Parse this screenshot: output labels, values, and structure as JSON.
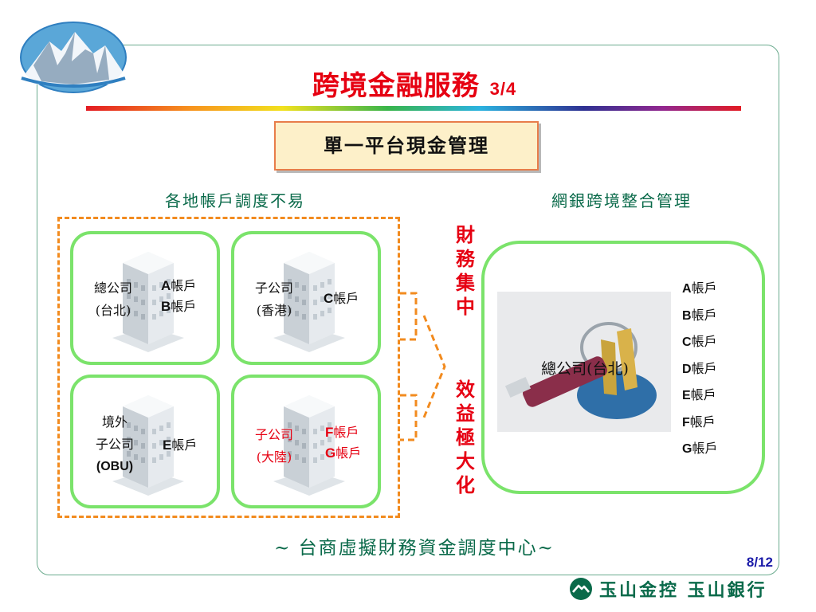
{
  "title": {
    "main": "跨境金融服務",
    "page": "3/4"
  },
  "subtitle": "單一平台現金管理",
  "left_label": "各地帳戶調度不易",
  "right_label": "網銀跨境整合管理",
  "cards": [
    {
      "company": [
        "總公司",
        "(台北)"
      ],
      "accounts": [
        "A帳戶",
        "B帳戶"
      ],
      "highlight": false
    },
    {
      "company": [
        "子公司",
        "(香港)"
      ],
      "accounts": [
        "C帳戶"
      ],
      "highlight": false
    },
    {
      "company": [
        "境外",
        "子公司",
        "(OBU)"
      ],
      "accounts": [
        "E帳戶"
      ],
      "highlight": false
    },
    {
      "company": [
        "子公司",
        "(大陸)"
      ],
      "accounts": [
        "F帳戶",
        "G帳戶"
      ],
      "highlight": true
    }
  ],
  "benefit_top": [
    "財",
    "務",
    "集",
    "中"
  ],
  "benefit_bottom": [
    "效",
    "益",
    "極",
    "大",
    "化"
  ],
  "hq_label": "總公司(台北)",
  "integrated_accounts": [
    "A帳戶",
    "B帳戶",
    "C帳戶",
    "D帳戶",
    "E帳戶",
    "F帳戶",
    "G帳戶"
  ],
  "footer": "~ 台商虛擬財務資金調度中心~",
  "page_number": "8/12",
  "brand": "玉山金控 玉山銀行",
  "colors": {
    "title": "#e60012",
    "accent_green": "#0a6a4a",
    "card_border": "#7be36b",
    "dash_orange": "#f28b1f"
  }
}
